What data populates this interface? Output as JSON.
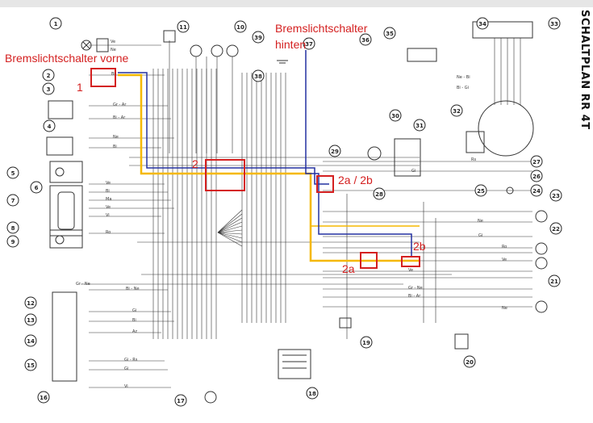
{
  "title": "SCHALTPLAN RR 4T",
  "annotations": {
    "front_switch": "Bremslichtschalter vorne",
    "rear_switch_line1": "Bremslichtschalter",
    "rear_switch_line2": "hinten",
    "marker_1": "1",
    "marker_2": "2",
    "marker_2a_2b": "2a / 2b",
    "marker_2b": "2b",
    "marker_2a": "2a"
  },
  "components": [
    "1",
    "2",
    "3",
    "4",
    "5",
    "6",
    "7",
    "8",
    "9",
    "10",
    "11",
    "12",
    "13",
    "14",
    "15",
    "16",
    "17",
    "18",
    "19",
    "20",
    "21",
    "22",
    "23",
    "24",
    "25",
    "26",
    "27",
    "28",
    "29",
    "30",
    "31",
    "32",
    "33",
    "34",
    "35",
    "36",
    "37",
    "38",
    "39"
  ],
  "wire_labels": {
    "w1": "Ve",
    "w2": "Ne",
    "w3": "Bi",
    "w4": "Gr - Ar",
    "w5": "Bi - Ar",
    "w6": "Ne",
    "w7": "Bi",
    "w8": "Ve",
    "w9": "Bi",
    "w10": "Ma",
    "w11": "Vi",
    "w12": "Ve",
    "w13": "Ro",
    "w14": "Gr - Ne",
    "w15": "Bi - Ne",
    "w16": "Gi",
    "w17": "Bi",
    "w18": "Az",
    "w19": "Gi - Rs",
    "w20": "Gi",
    "w21": "Vi",
    "w22": "Ne",
    "w23": "Ro",
    "w24": "Ve",
    "w25": "Gi",
    "w26": "Ne",
    "w27": "Ne - Bi",
    "w28": "Bi - Gi",
    "w29": "Rs",
    "w30": "Gi",
    "w31": "Ve",
    "w32": "Gr - Ne",
    "w33": "Bi - Ar"
  },
  "colors": {
    "wire": "#333333",
    "wire_yellow": "#f5b800",
    "wire_blue": "#2430a0",
    "annotation_red": "#d42020"
  }
}
